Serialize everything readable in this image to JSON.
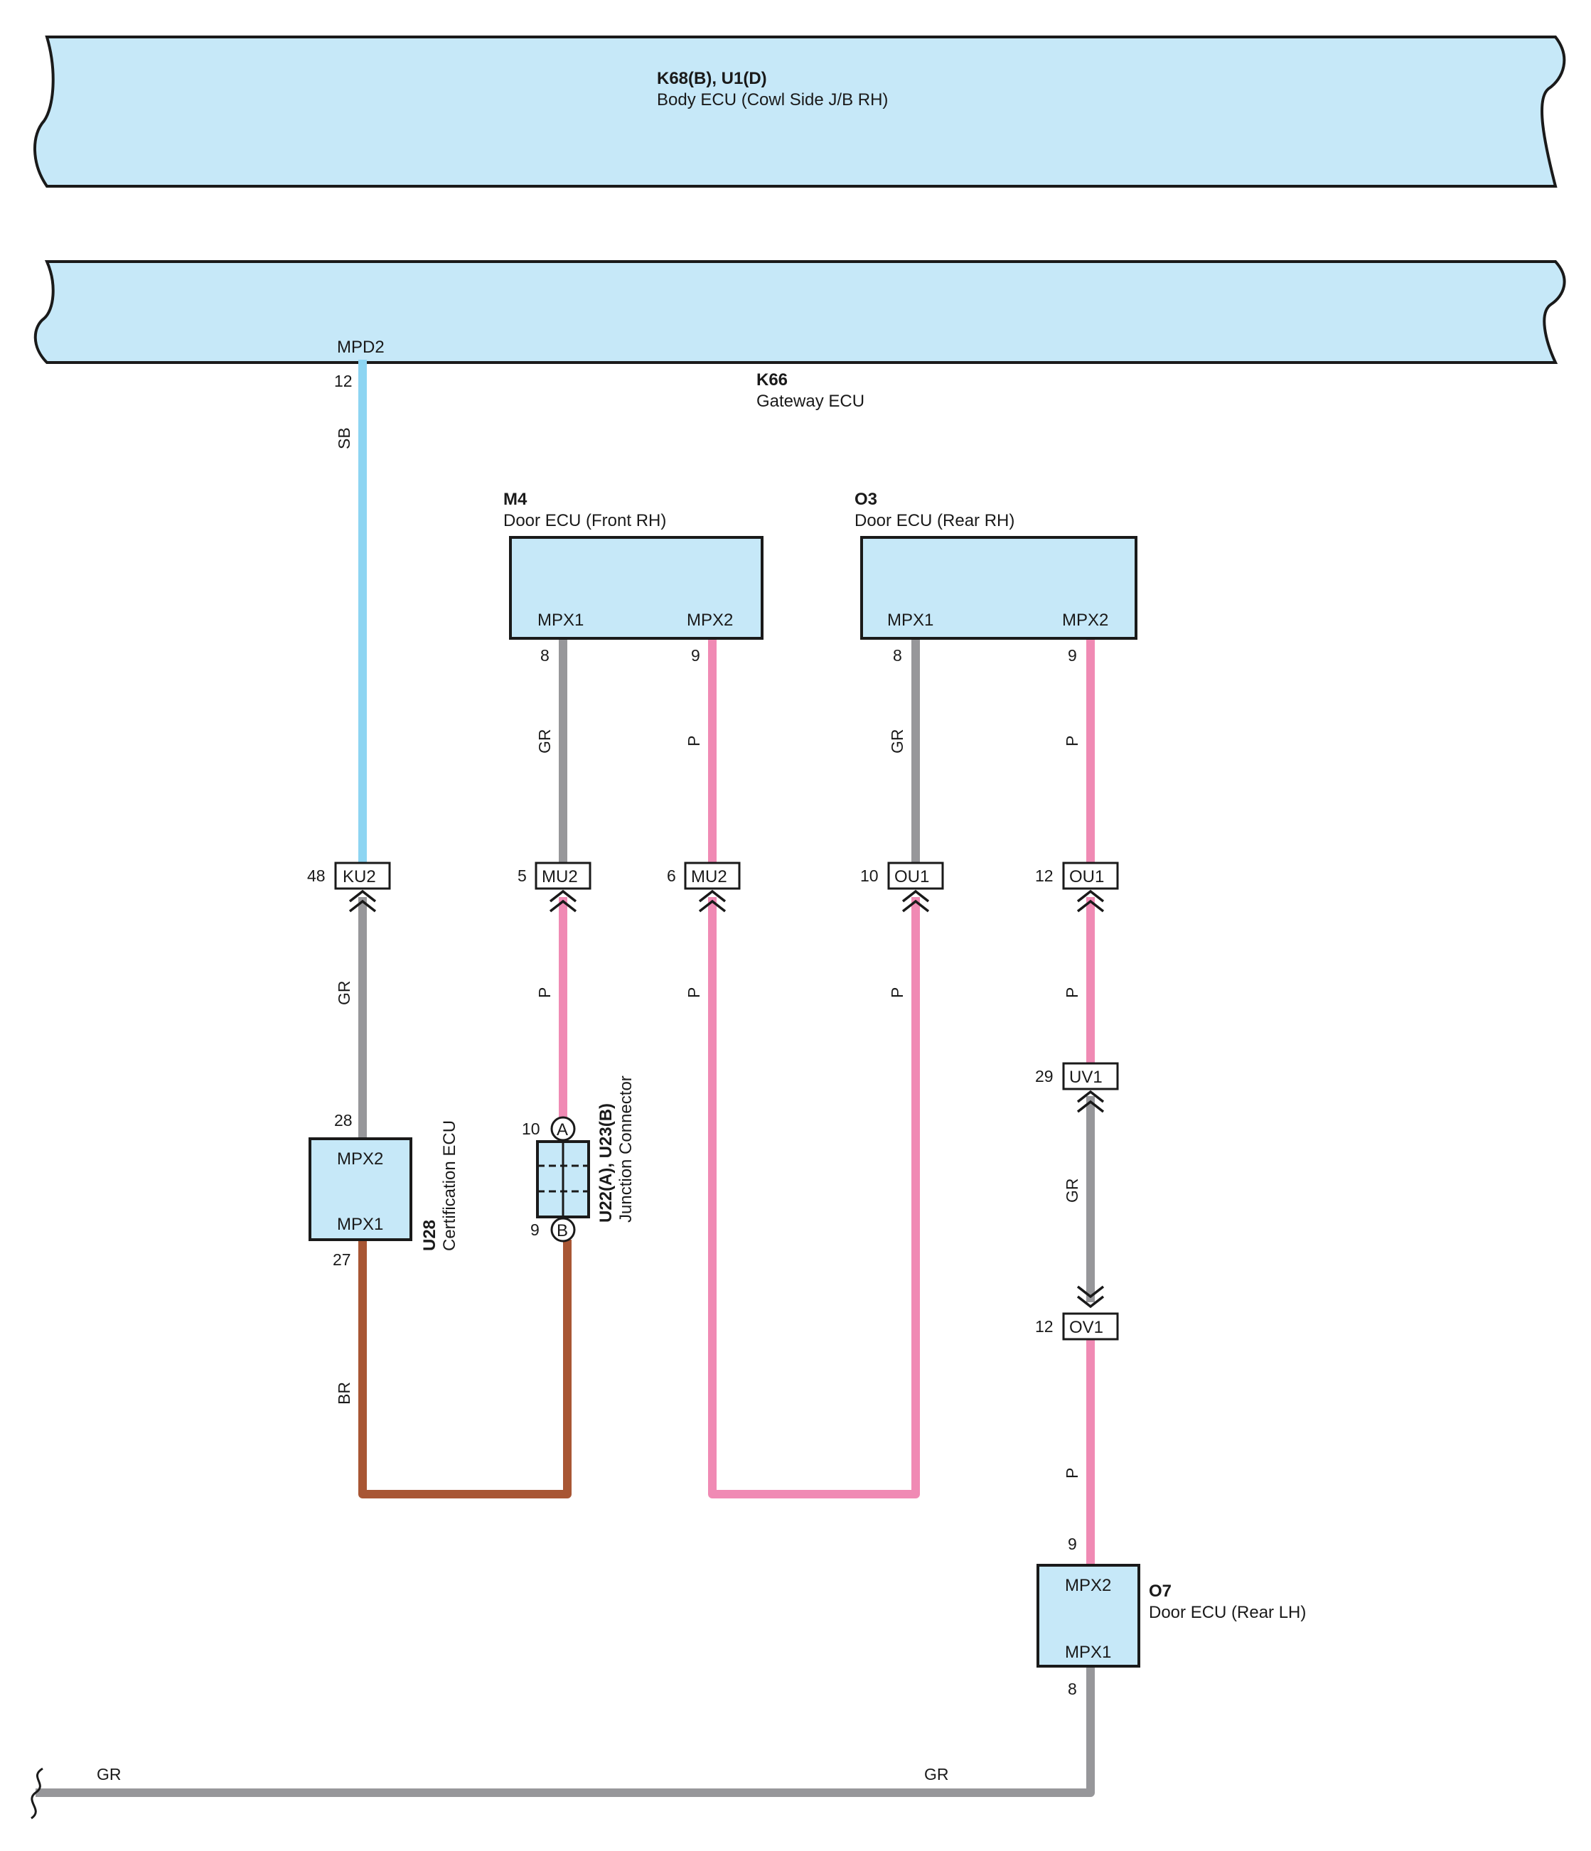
{
  "colors": {
    "ecu_fill": "#c6e8f8",
    "SB": "#8dd5f2",
    "GR": "#97979a",
    "P": "#f08ab4",
    "BR": "#a85634"
  },
  "components": {
    "body_ecu": {
      "code": "K68(B), U1(D)",
      "name": "Body ECU (Cowl Side J/B RH)"
    },
    "gateway_ecu": {
      "code": "K66",
      "name": "Gateway ECU",
      "terminal": "MPD2",
      "pin": "12"
    },
    "door_front_rh": {
      "code": "M4",
      "name": "Door ECU (Front RH)",
      "t1": "MPX1",
      "t2": "MPX2",
      "p1": "8",
      "p2": "9"
    },
    "door_rear_rh": {
      "code": "O3",
      "name": "Door ECU (Rear RH)",
      "t1": "MPX1",
      "t2": "MPX2",
      "p1": "8",
      "p2": "9"
    },
    "cert_ecu": {
      "code": "U28",
      "name": "Certification ECU",
      "t_top": "MPX2",
      "t_bottom": "MPX1",
      "p_top": "28",
      "p_bottom": "27"
    },
    "junction": {
      "code": "U22(A), U23(B)",
      "name": "Junction Connector",
      "a": "A",
      "b": "B",
      "pa": "10",
      "pb": "9"
    },
    "door_rear_lh": {
      "code": "O7",
      "name": "Door ECU (Rear LH)",
      "t_top": "MPX2",
      "t_bottom": "MPX1",
      "p_top": "9",
      "p_bottom": "8"
    }
  },
  "connectors": [
    {
      "id": "KU2",
      "pin": "48"
    },
    {
      "id": "MU2",
      "pin": "5"
    },
    {
      "id": "MU2",
      "pin": "6"
    },
    {
      "id": "OU1",
      "pin": "10"
    },
    {
      "id": "OU1",
      "pin": "12"
    },
    {
      "id": "UV1",
      "pin": "29"
    },
    {
      "id": "OV1",
      "pin": "12"
    }
  ],
  "wire_labels": {
    "sb": "SB",
    "gr": "GR",
    "p": "P",
    "br": "BR"
  }
}
